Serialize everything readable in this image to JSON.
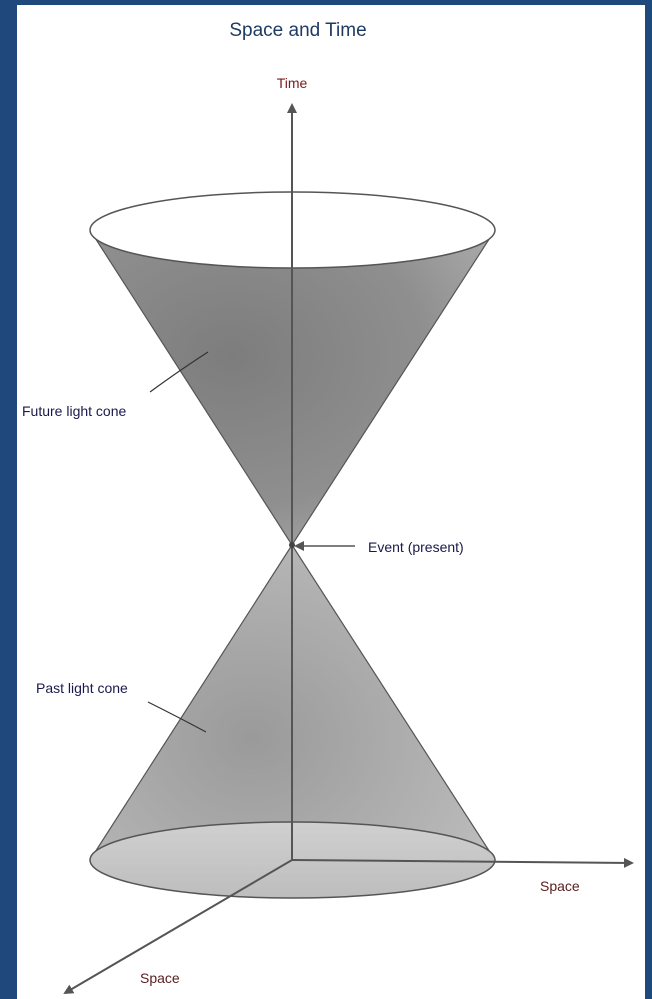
{
  "title": "Space and Time",
  "axes": {
    "time_label": "Time",
    "space_x_label": "Space",
    "space_diag_label": "Space"
  },
  "annotations": {
    "future_cone": "Future light cone",
    "event": "Event (present)",
    "past_cone": "Past light cone"
  },
  "colors": {
    "background": "#1f497d",
    "panel": "#ffffff",
    "title_text": "#1f3a64",
    "time_label": "#7a1a1a",
    "axis_label": "#5a2020",
    "annotation_text": "#1a1a4a",
    "cone_fill": "#8c8c8c",
    "line": "#555555"
  }
}
